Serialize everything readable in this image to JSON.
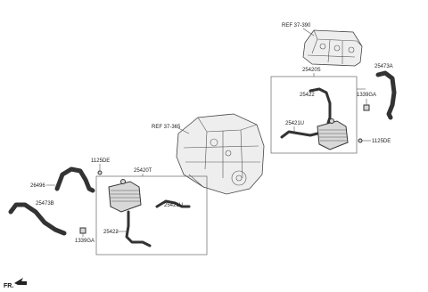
{
  "labels": {
    "ref_37_390": "REF 37-390",
    "ref_37_365": "REF 37-365",
    "p25420S": "25420S",
    "p25473A": "25473A",
    "p1339GA_top": "1339GA",
    "p25422_top": "25422",
    "p25421U_top": "25421U",
    "p1125DE_right": "1125DE",
    "p1125DE_left": "1125DE",
    "p25420T": "25420T",
    "p26496": "26496",
    "p25473B": "25473B",
    "p25421U_bottom": "25421U",
    "p25422_bottom": "25422",
    "p1339GA_bottom": "1339GA",
    "fr": "FR."
  }
}
